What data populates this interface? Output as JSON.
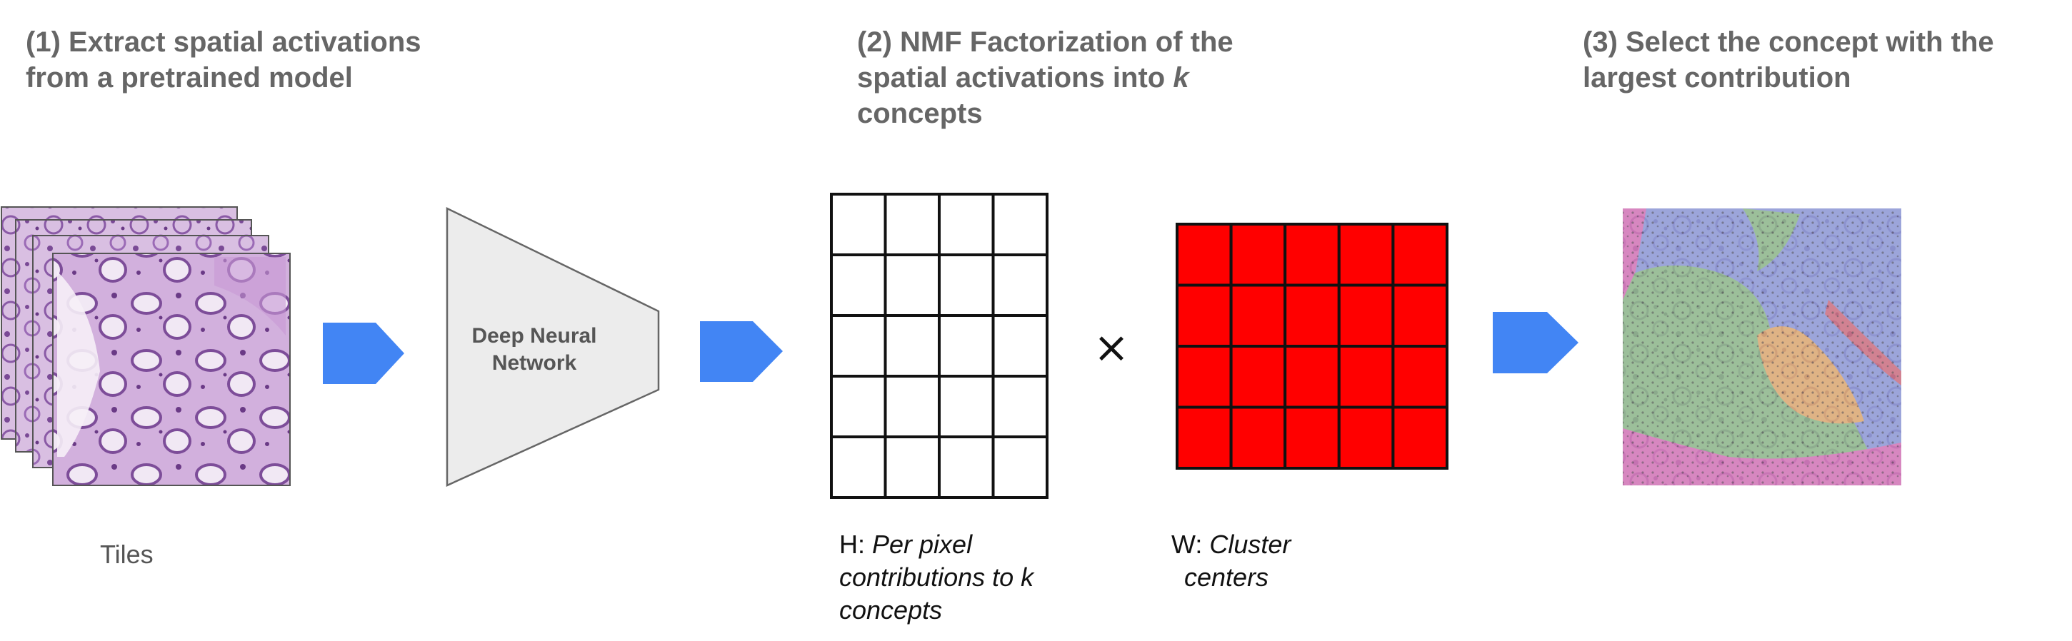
{
  "steps": {
    "step1": {
      "line1": "(1) Extract spatial activations",
      "line2": "from a pretrained model"
    },
    "step2": {
      "line1": "(2) NMF Factorization of the",
      "line2_prefix": "spatial activations into ",
      "line2_var": "k",
      "line3": "concepts"
    },
    "step3": {
      "line1": "(3) Select the concept with the",
      "line2": "largest contribution"
    }
  },
  "tiles_label": "Tiles",
  "network_label": {
    "line1": "Deep Neural",
    "line2": "Network"
  },
  "operator": "×",
  "matrix_h": {
    "symbol": "H:",
    "line1": "Per pixel",
    "line2": "contributions to k",
    "line3": "concepts",
    "rows": 5,
    "cols": 4,
    "color": "#ffffff"
  },
  "matrix_w": {
    "symbol": "W:",
    "line1": "Cluster",
    "line2": "centers",
    "rows": 4,
    "cols": 5,
    "color": "#ff0000"
  },
  "colors": {
    "arrow": "#4285f4",
    "heading": "#666666",
    "network_fill": "#ececec",
    "tissue_pink": "#c9a3d4",
    "overlay_blue": "#8e9fd8",
    "overlay_green": "#8fbf8a",
    "overlay_orange": "#e0b070",
    "overlay_magenta": "#d67bb8"
  }
}
